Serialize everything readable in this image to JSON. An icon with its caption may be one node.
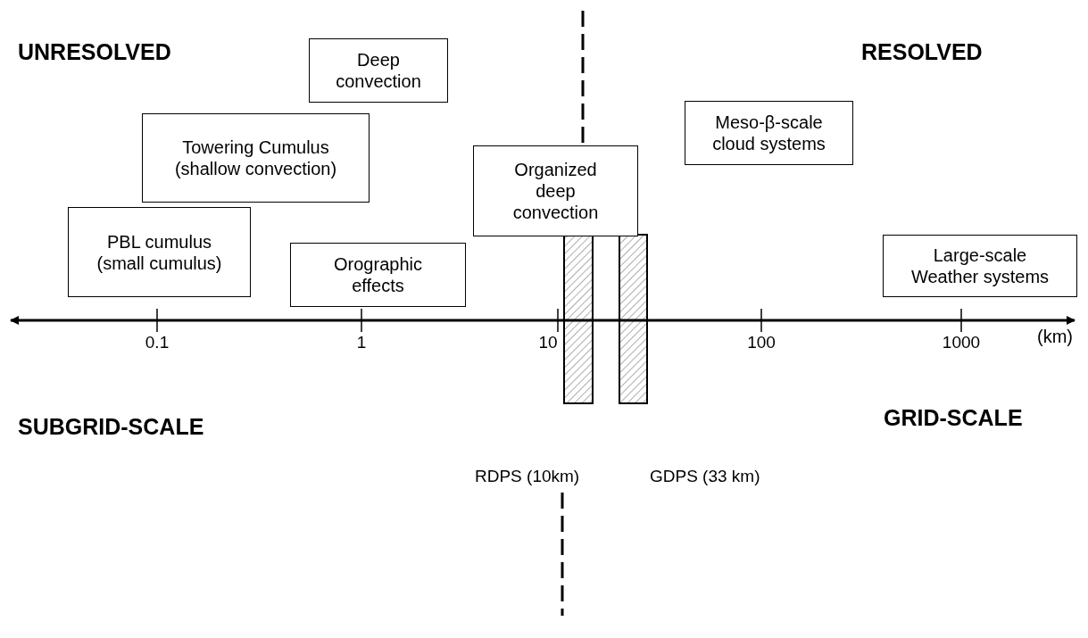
{
  "diagram": {
    "nodes": [
      {
        "text": [
          "Deep convection"
        ]
      },
      {
        "text": [
          "Towering Cumulus (shallow convection)"
        ]
      },
      {
        "text": [
          "Meso-β-scale cloud systems"
        ]
      },
      {
        "text": [
          "Organized deep convection"
        ]
      },
      {
        "text": [
          "PBL cumulus (small cumulus)"
        ]
      },
      {
        "text": [
          "Orographic effects"
        ]
      },
      {
        "text": [
          "Large-scale Weather systems"
        ]
      },
      {
        "text": [],
        "shape": "bar"
      },
      {
        "text": [],
        "shape": "bar"
      }
    ],
    "edges": [],
    "labels": [
      "UNRESOLVED",
      "RESOLVED",
      "0.1",
      "1",
      "10",
      "100",
      "1000",
      "(km)",
      "SUBGRID-SCALE",
      "GRID-SCALE",
      "RDPS (10km)",
      "GDPS (33 km)"
    ]
  }
}
